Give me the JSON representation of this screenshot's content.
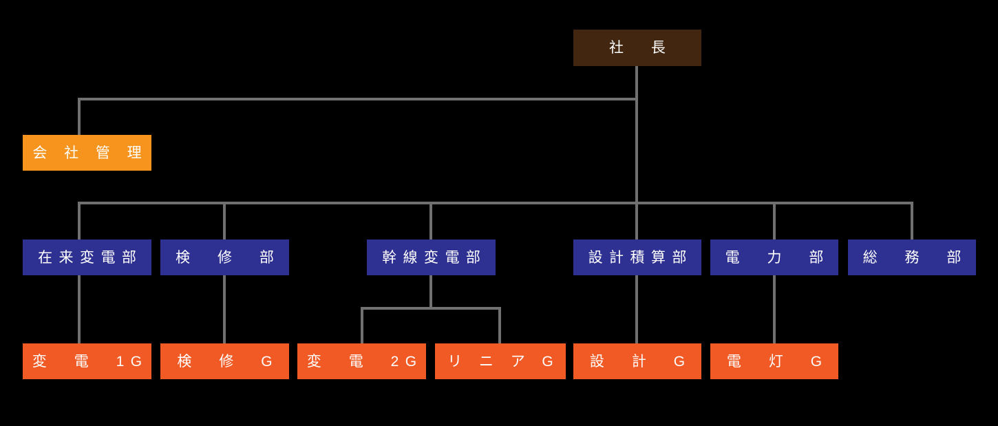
{
  "colors": {
    "background": "#000000",
    "president_bg": "#42260F",
    "management_bg": "#F7941D",
    "department_bg": "#2E3192",
    "group_bg": "#F15A24",
    "connector": "#707070",
    "text_color": "#FFFFFF"
  },
  "org": {
    "president": {
      "label": "社　長"
    },
    "management": {
      "label": "会 社 管 理"
    },
    "departments": [
      {
        "label": "在来変電部",
        "groups": [
          {
            "label": "変　電　1G"
          }
        ]
      },
      {
        "label": "検　修　部",
        "groups": [
          {
            "label": "検　修　G"
          }
        ]
      },
      {
        "label": "幹線変電部",
        "groups": [
          {
            "label": "変　電　2G"
          },
          {
            "label": "リ ニ ア G"
          }
        ]
      },
      {
        "label": "設計積算部",
        "groups": [
          {
            "label": "設　計　G"
          }
        ]
      },
      {
        "label": "電　力　部",
        "groups": [
          {
            "label": "電　灯　G"
          }
        ]
      },
      {
        "label": "総　務　部",
        "groups": []
      }
    ]
  }
}
